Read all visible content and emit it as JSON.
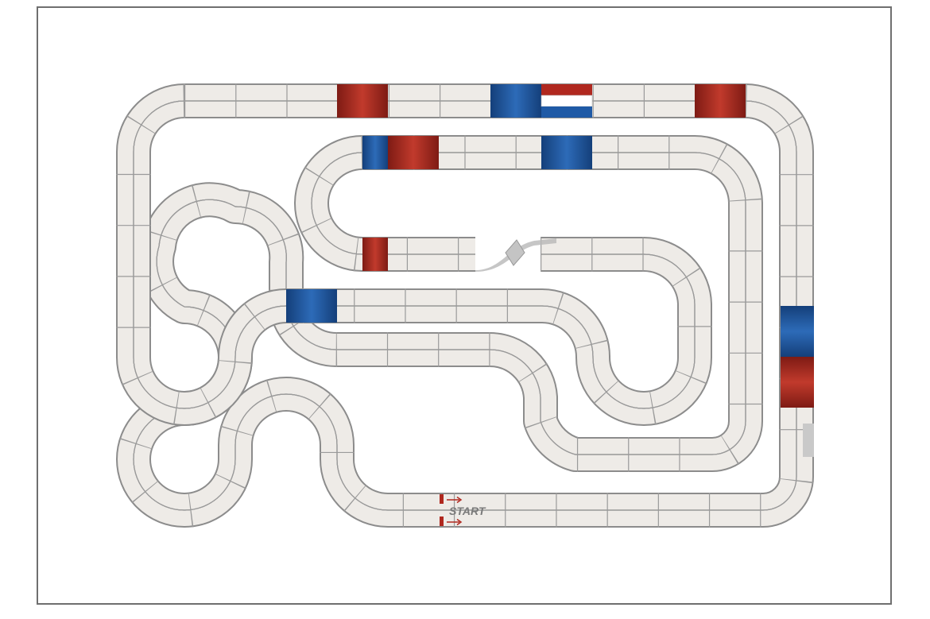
{
  "diagram": {
    "start_label": "START",
    "colors": {
      "background": "#ffffff",
      "frame": "#6f6f6f",
      "track_surface": "#eeebe7",
      "track_edge": "#8c8c8c",
      "lane_line": "#9a9a9a",
      "red_piece": "#b0281f",
      "blue_piece": "#1f5aa6",
      "flag_white": "#ffffff"
    },
    "pieces": [
      {
        "kind": "red-straight",
        "color": "red"
      },
      {
        "kind": "blue-straight",
        "color": "blue"
      },
      {
        "kind": "flag-straight",
        "color": "red-white-blue"
      },
      {
        "kind": "red-straight",
        "color": "red"
      },
      {
        "kind": "blue-straight",
        "color": "blue"
      },
      {
        "kind": "red-straight",
        "color": "red"
      },
      {
        "kind": "blue-straight",
        "color": "blue"
      },
      {
        "kind": "red-straight",
        "color": "red"
      },
      {
        "kind": "blue-straight",
        "color": "blue"
      },
      {
        "kind": "blue-straight",
        "color": "blue"
      },
      {
        "kind": "red-straight",
        "color": "red"
      }
    ],
    "icons": [
      "start-arrow-icon",
      "crossover-icon"
    ]
  }
}
